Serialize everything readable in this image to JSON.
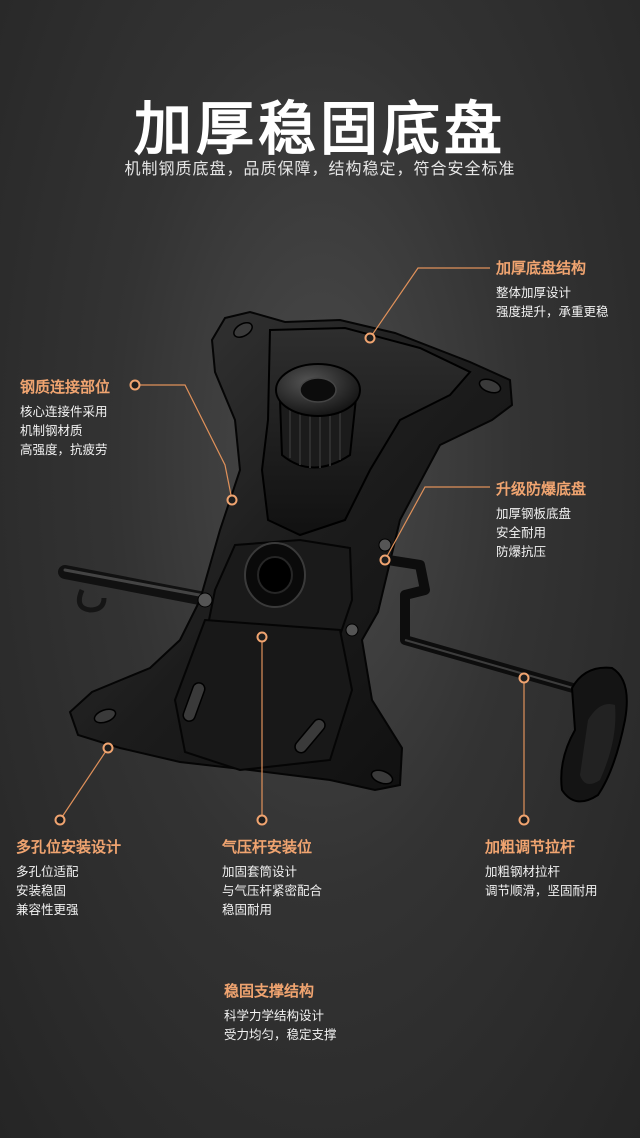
{
  "title": "加厚稳固底盘",
  "subtitle": "机制钢质底盘，品质保障，结构稳定，符合安全标准",
  "accent_color": "#f0a470",
  "callouts": {
    "thick_base": {
      "head": "加厚底盘结构",
      "lines": [
        "整体加厚设计",
        "强度提升，承重更稳"
      ]
    },
    "steel_joint": {
      "head": "钢质连接部位",
      "lines": [
        "核心连接件采用",
        "机制钢材质",
        "高强度，抗疲劳"
      ]
    },
    "upgrade": {
      "head": "升级防爆底盘",
      "lines": [
        "加厚钢板底盘",
        "安全耐用",
        "防爆抗压"
      ]
    },
    "holes": {
      "head": "多孔位安装设计",
      "lines": [
        "多孔位适配",
        "安装稳固",
        "兼容性更强"
      ]
    },
    "gas_rod": {
      "head": "气压杆安装位",
      "lines": [
        "加固套筒设计",
        "与气压杆紧密配合",
        "稳固耐用"
      ]
    },
    "lever": {
      "head": "加粗调节拉杆",
      "lines": [
        "加粗钢材拉杆",
        "调节顺滑，坚固耐用"
      ]
    },
    "support": {
      "head": "稳固支撑结构",
      "lines": [
        "科学力学结构设计",
        "受力均匀，稳定支撑"
      ]
    }
  }
}
